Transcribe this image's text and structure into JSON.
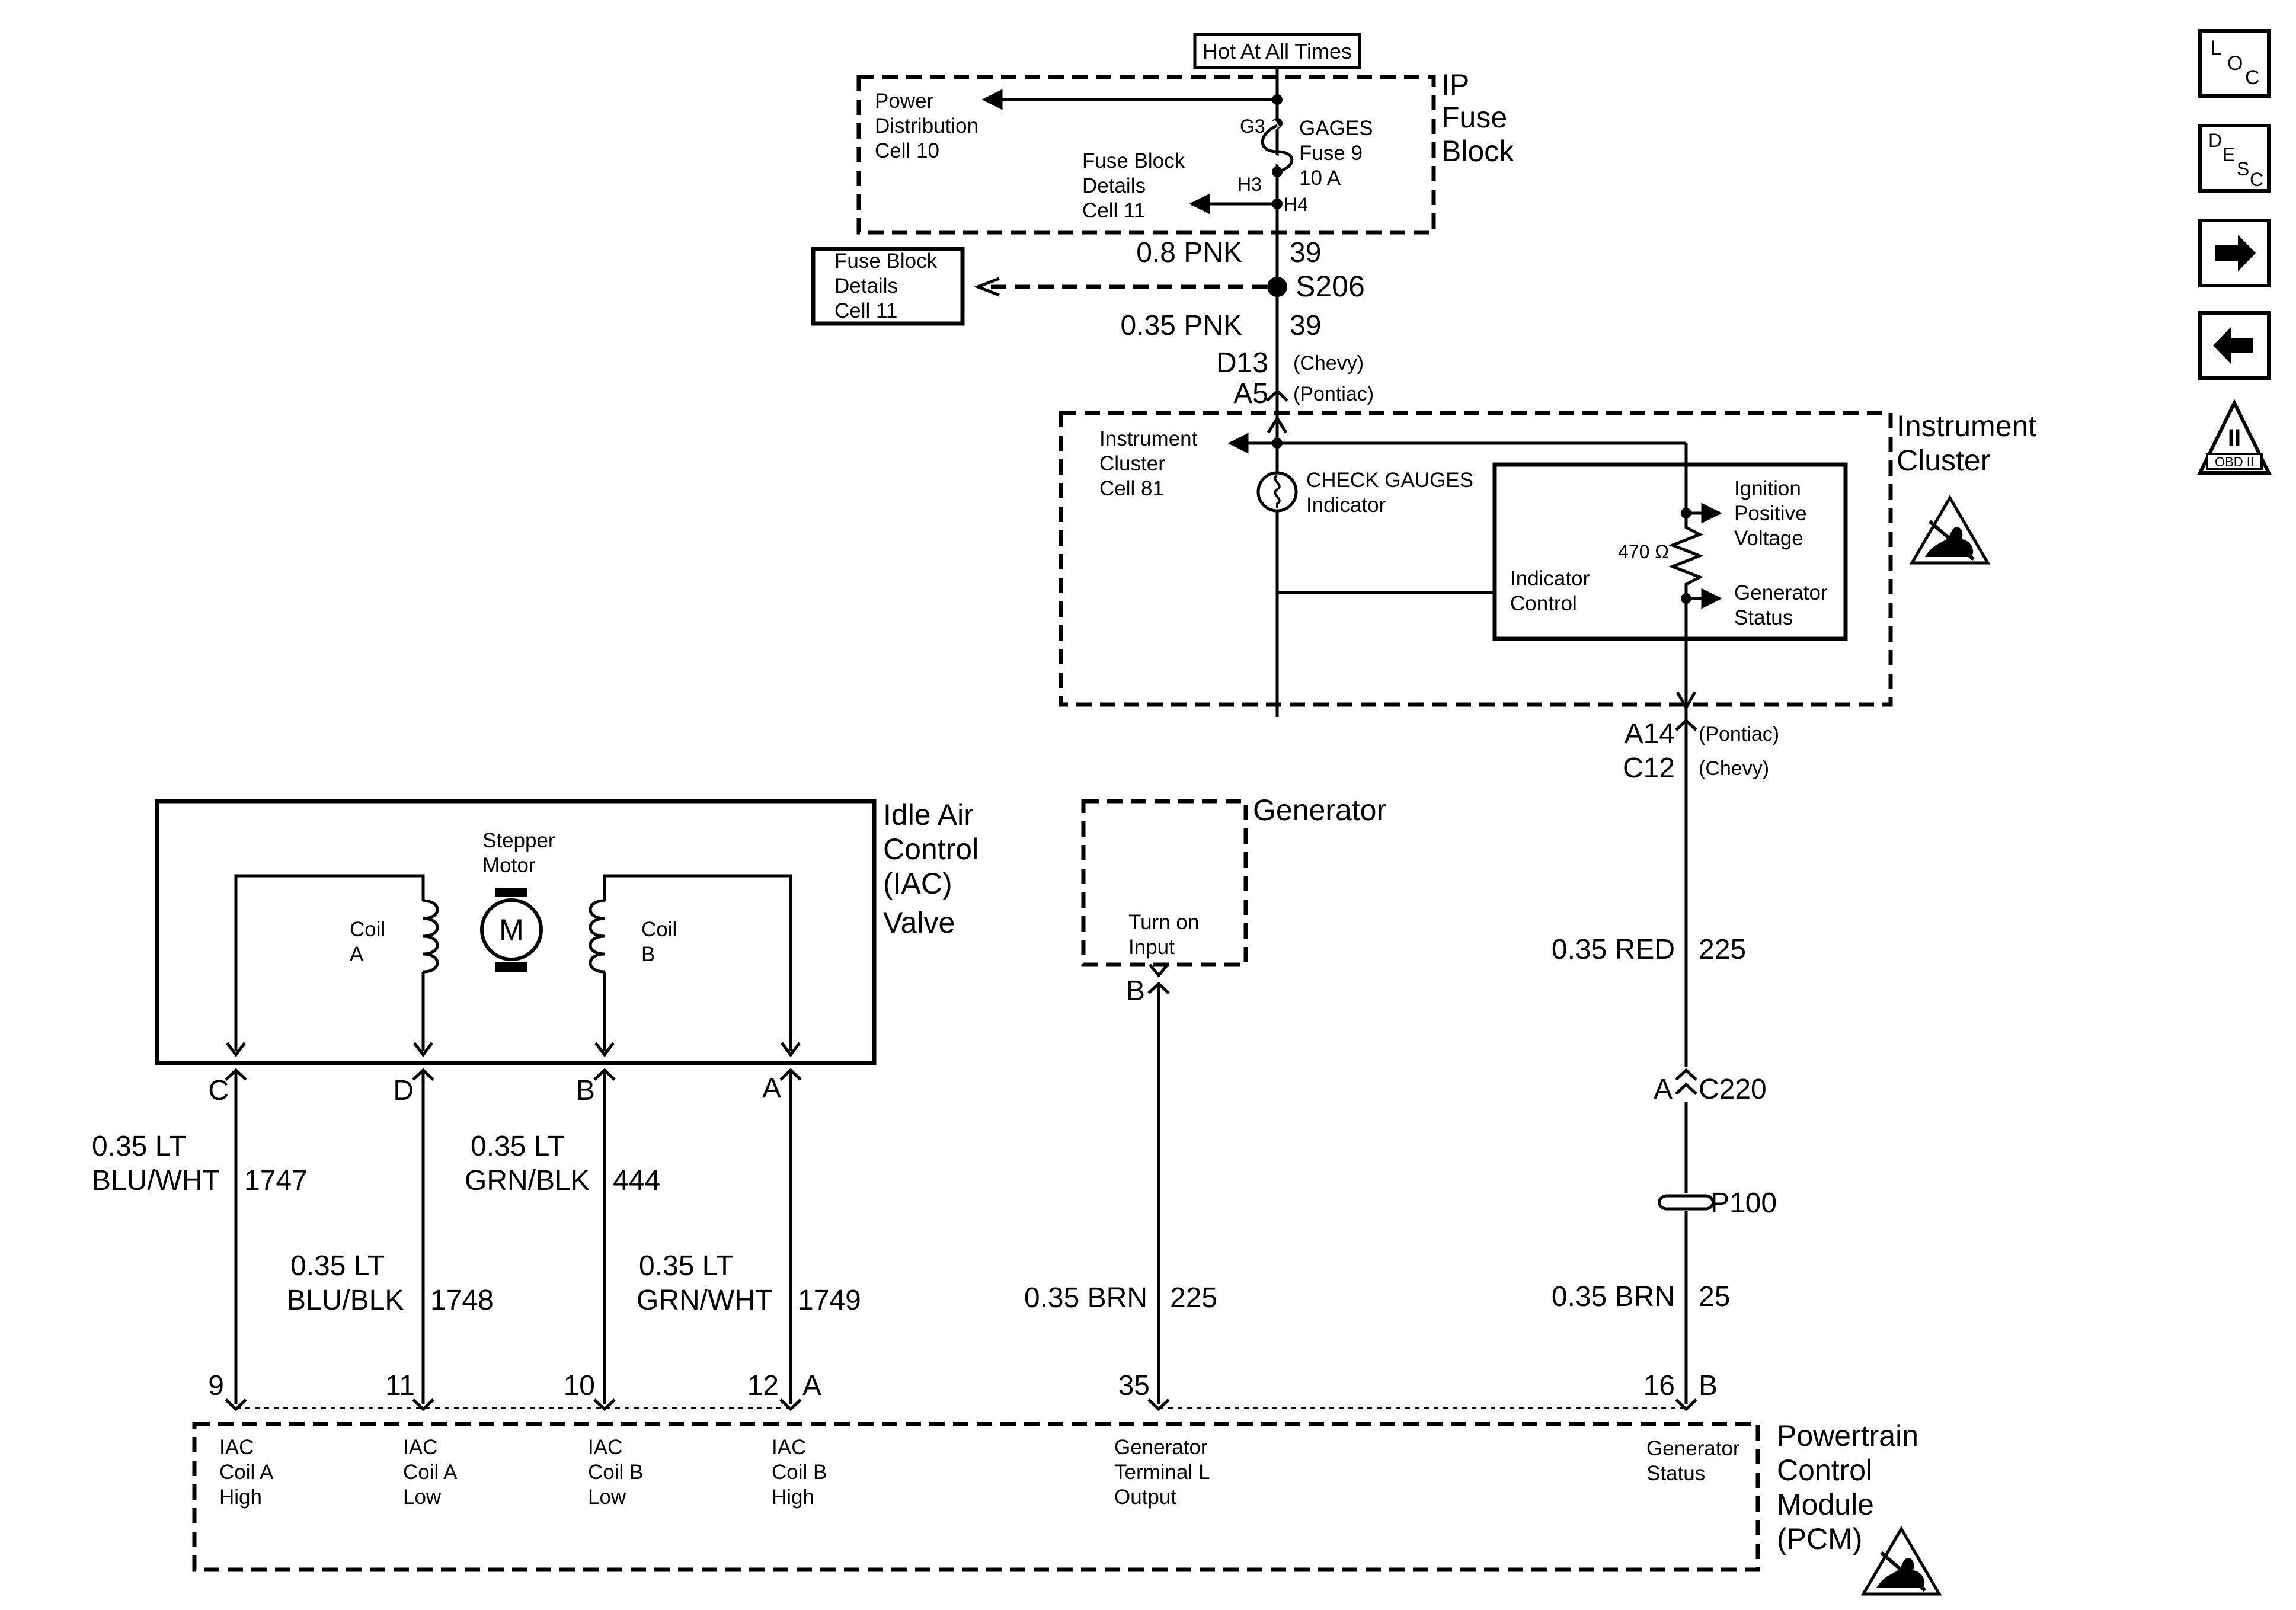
{
  "header": {
    "hot": "Hot At All Times"
  },
  "ip_fuse_block": {
    "title": [
      "IP",
      "Fuse",
      "Block"
    ],
    "power_dist": [
      "Power",
      "Distribution",
      "Cell 10"
    ],
    "fuse_details_inner": [
      "Fuse Block",
      "Details",
      "Cell 11"
    ],
    "pins": {
      "g3": "G3",
      "h3": "H3",
      "h4": "H4"
    },
    "fuse": [
      "GAGES",
      "Fuse 9",
      "10 A"
    ]
  },
  "fuse_details_ref": [
    "Fuse Block",
    "Details",
    "Cell 11"
  ],
  "splice": {
    "wire_in": "0.8 PNK",
    "circuit_in": "39",
    "name": "S206",
    "wire_out": "0.35 PNK",
    "circuit_out": "39"
  },
  "ic_top_connector": {
    "chevy": "D13",
    "chevy_note": "(Chevy)",
    "pontiac": "A5",
    "pontiac_note": "(Pontiac)"
  },
  "instrument_cluster": {
    "title": [
      "Instrument",
      "Cluster"
    ],
    "cell_ref": [
      "Instrument",
      "Cluster",
      "Cell 81"
    ],
    "indicator": [
      "CHECK GAUGES",
      "Indicator"
    ],
    "ignition": [
      "Ignition",
      "Positive",
      "Voltage"
    ],
    "resistor": "470 Ω",
    "indicator_control": [
      "Indicator",
      "Control"
    ],
    "generator_status": [
      "Generator",
      "Status"
    ]
  },
  "ic_bottom_connector": {
    "pontiac": "A14",
    "pontiac_note": "(Pontiac)",
    "chevy": "C12",
    "chevy_note": "(Chevy)"
  },
  "iac_valve": {
    "title": [
      "Idle Air",
      "Control",
      "(IAC)",
      "Valve"
    ],
    "motor": [
      "Stepper",
      "Motor"
    ],
    "motor_symbol": "M",
    "coil_a": [
      "Coil",
      "A"
    ],
    "coil_b": [
      "Coil",
      "B"
    ],
    "pins": [
      "C",
      "D",
      "B",
      "A"
    ]
  },
  "iac_wires": [
    {
      "color": [
        "0.35 LT",
        "BLU/WHT"
      ],
      "circuit": "1747"
    },
    {
      "color": [
        "0.35 LT",
        "BLU/BLK"
      ],
      "circuit": "1748"
    },
    {
      "color": [
        "0.35 LT",
        "GRN/BLK"
      ],
      "circuit": "444"
    },
    {
      "color": [
        "0.35 LT",
        "GRN/WHT"
      ],
      "circuit": "1749"
    }
  ],
  "generator": {
    "title": "Generator",
    "input": [
      "Turn on",
      "Input"
    ],
    "pin": "B",
    "wire": "0.35 BRN",
    "circuit": "225"
  },
  "status_wire": {
    "upper_wire": "0.35 RED",
    "upper_circuit": "225",
    "c220_pin": "A",
    "c220": "C220",
    "p100": "P100",
    "lower_wire": "0.35 BRN",
    "lower_circuit": "25"
  },
  "pcm": {
    "title": [
      "Powertrain",
      "Control",
      "Module",
      "(PCM)"
    ],
    "pins": [
      "9",
      "11",
      "10",
      "12",
      "A",
      "35",
      "16",
      "B"
    ],
    "labels": [
      [
        "IAC",
        "Coil A",
        "High"
      ],
      [
        "IAC",
        "Coil A",
        "Low"
      ],
      [
        "IAC",
        "Coil B",
        "Low"
      ],
      [
        "IAC",
        "Coil B",
        "High"
      ],
      [
        "Generator",
        "Terminal L",
        "Output"
      ],
      [
        "Generator",
        "Status"
      ]
    ]
  },
  "side_icons": {
    "loc": [
      "L",
      "O",
      "C"
    ],
    "desc": [
      "D",
      "E",
      "S",
      "C"
    ],
    "obd_roman": "II",
    "obd_text": "OBD II"
  }
}
